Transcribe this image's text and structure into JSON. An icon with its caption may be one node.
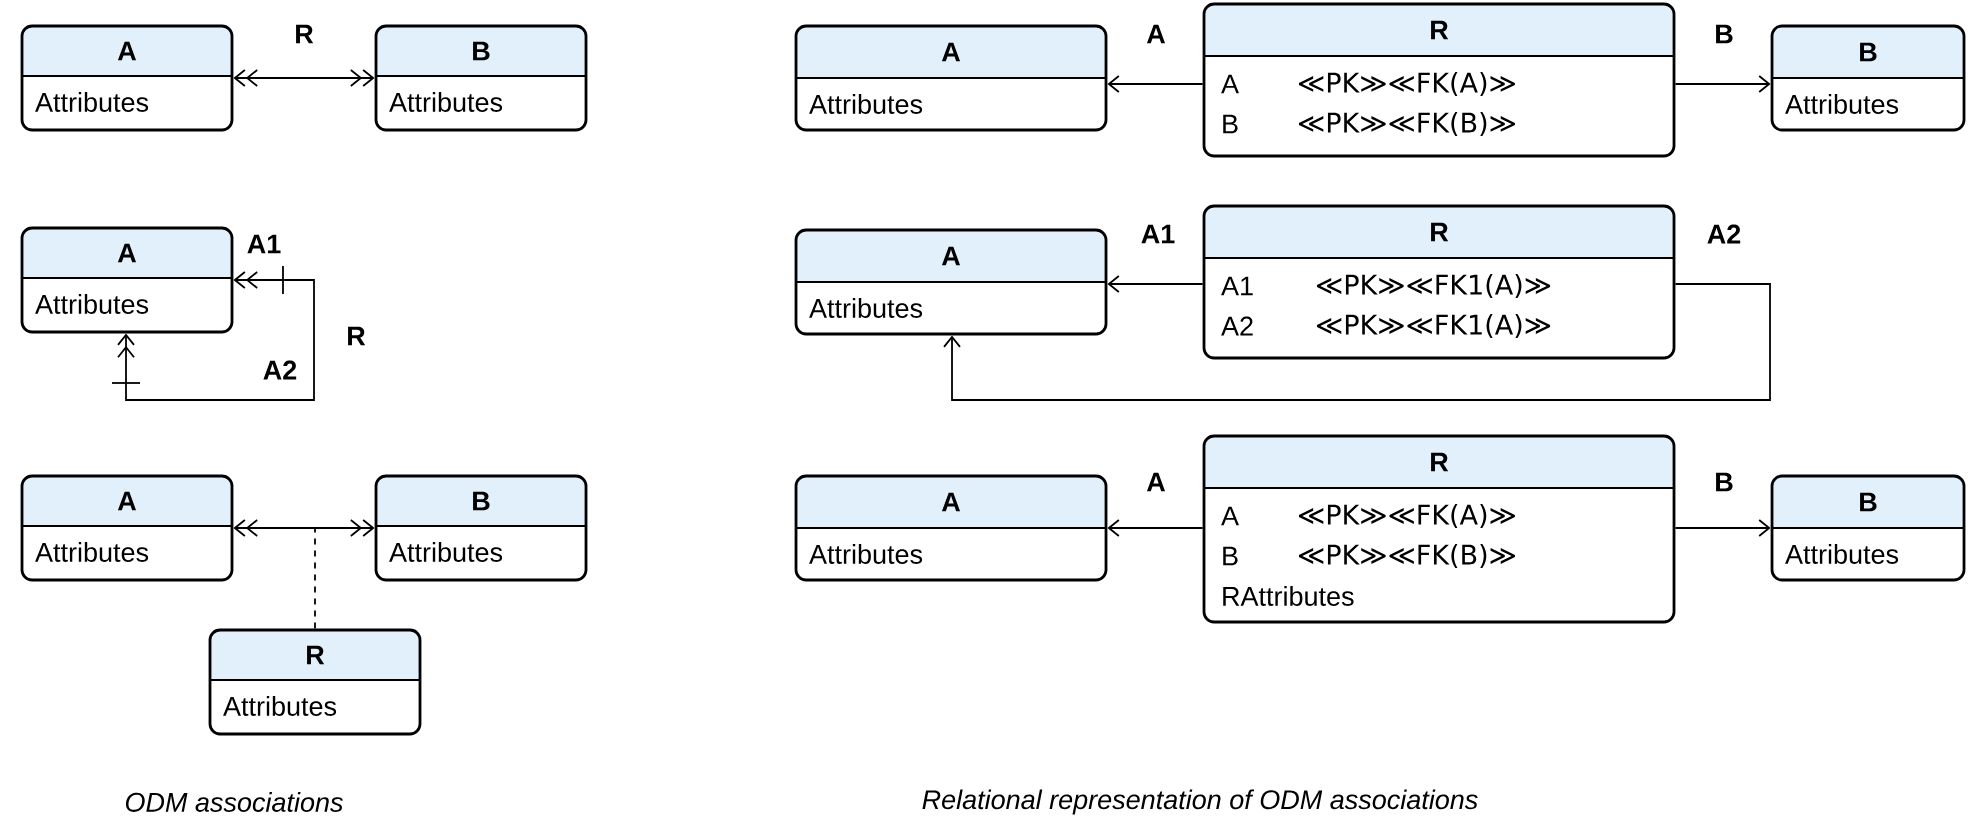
{
  "diagram": {
    "nodes": [
      {
        "text": [
          "A",
          "Attributes"
        ]
      },
      {
        "text": [
          "B",
          "Attributes"
        ]
      },
      {
        "text": [
          "A",
          "Attributes"
        ]
      },
      {
        "text": [
          "A",
          "Attributes"
        ]
      },
      {
        "text": [
          "B",
          "Attributes"
        ]
      },
      {
        "text": [
          "R",
          "Attributes"
        ]
      },
      {
        "text": [
          "A",
          "Attributes"
        ]
      },
      {
        "text": [
          "R",
          "A",
          "≪PK≫≪FK(A)≫",
          "B",
          "≪PK≫≪FK(B)≫"
        ]
      },
      {
        "text": [
          "B",
          "Attributes"
        ]
      },
      {
        "text": [
          "A",
          "Attributes"
        ]
      },
      {
        "text": [
          "R",
          "A1",
          "≪PK≫≪FK1(A)≫",
          "A2",
          "≪PK≫≪FK1(A)≫"
        ]
      },
      {
        "text": [
          "A",
          "Attributes"
        ]
      },
      {
        "text": [
          "R",
          "A",
          "≪PK≫≪FK(A)≫",
          "B",
          "≪PK≫≪FK(B)≫",
          "RAttributes"
        ]
      },
      {
        "text": [
          "B",
          "Attributes"
        ]
      }
    ],
    "edges": [
      {
        "from": 0,
        "to": 1,
        "arrow": "both",
        "label": "R"
      },
      {
        "from": 2,
        "to": 2,
        "arrow": "both",
        "label": "R"
      },
      {
        "from": 3,
        "to": 4,
        "arrow": "both"
      },
      {
        "from": 5,
        "to": null,
        "arrow": "none",
        "style": "dashed"
      },
      {
        "from": 7,
        "to": 6,
        "arrow": "to",
        "label": "A"
      },
      {
        "from": 7,
        "to": 8,
        "arrow": "to",
        "label": "B"
      },
      {
        "from": 10,
        "to": 9,
        "arrow": "to",
        "label": "A1"
      },
      {
        "from": 10,
        "to": 9,
        "arrow": "to",
        "label": "A2"
      },
      {
        "from": 12,
        "to": 11,
        "arrow": "to",
        "label": "A"
      },
      {
        "from": 12,
        "to": 13,
        "arrow": "to",
        "label": "B"
      }
    ],
    "labels": [
      "A1",
      "A2",
      "ODM associations",
      "Relational representation of ODM associations"
    ]
  }
}
